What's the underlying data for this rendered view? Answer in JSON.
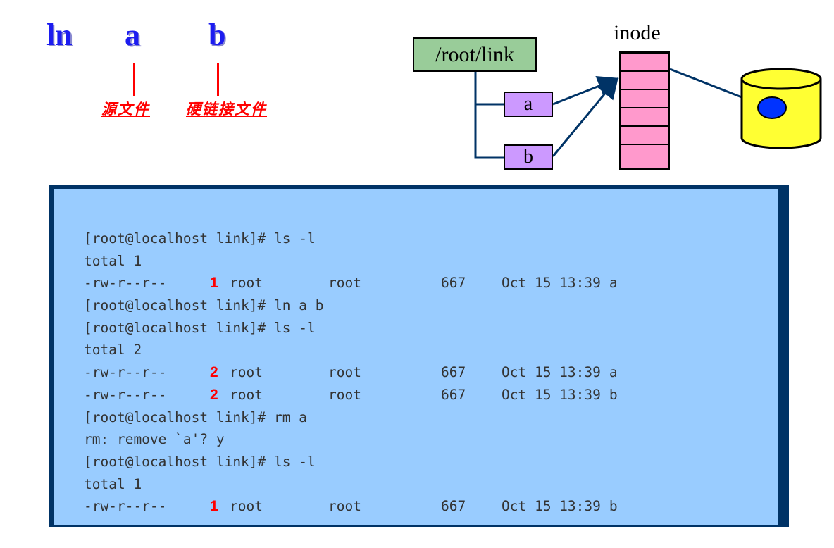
{
  "header": {
    "cmd": "ln",
    "arg_src": "a",
    "arg_dst": "b",
    "label_src": "源文件",
    "label_dst": "硬链接文件"
  },
  "diagram": {
    "dir_label": "/root/link",
    "file_a": "a",
    "file_b": "b",
    "inode_label": "inode",
    "inode_cells": 6,
    "colors": {
      "dir_box": "#99cc99",
      "file_box": "#cc99ff",
      "inode": "#ff99cc",
      "disk": "#ffff33",
      "disk_dot": "#0033ff"
    }
  },
  "terminal": {
    "lines": [
      {
        "type": "text",
        "text": "[root@localhost link]# ls -l"
      },
      {
        "type": "text",
        "text": "total 1"
      },
      {
        "type": "ls",
        "perm": "-rw-r--r--",
        "count": "1",
        "user": "root",
        "group": "root",
        "size": "667",
        "date": "Oct 15 13:39",
        "name": "a"
      },
      {
        "type": "text",
        "text": "[root@localhost link]# ln a b"
      },
      {
        "type": "text",
        "text": "[root@localhost link]# ls -l"
      },
      {
        "type": "text",
        "text": "total 2"
      },
      {
        "type": "ls",
        "perm": "-rw-r--r--",
        "count": "2",
        "user": "root",
        "group": "root",
        "size": "667",
        "date": "Oct 15 13:39",
        "name": "a"
      },
      {
        "type": "ls",
        "perm": "-rw-r--r--",
        "count": "2",
        "user": "root",
        "group": "root",
        "size": "667",
        "date": "Oct 15 13:39",
        "name": "b"
      },
      {
        "type": "text",
        "text": "[root@localhost link]# rm a"
      },
      {
        "type": "text",
        "text": "rm: remove `a'? y"
      },
      {
        "type": "text",
        "text": "[root@localhost link]# ls -l"
      },
      {
        "type": "text",
        "text": "total 1"
      },
      {
        "type": "ls",
        "perm": "-rw-r--r--",
        "count": "1",
        "user": "root",
        "group": "root",
        "size": "667",
        "date": "Oct 15 13:39",
        "name": "b"
      }
    ]
  }
}
